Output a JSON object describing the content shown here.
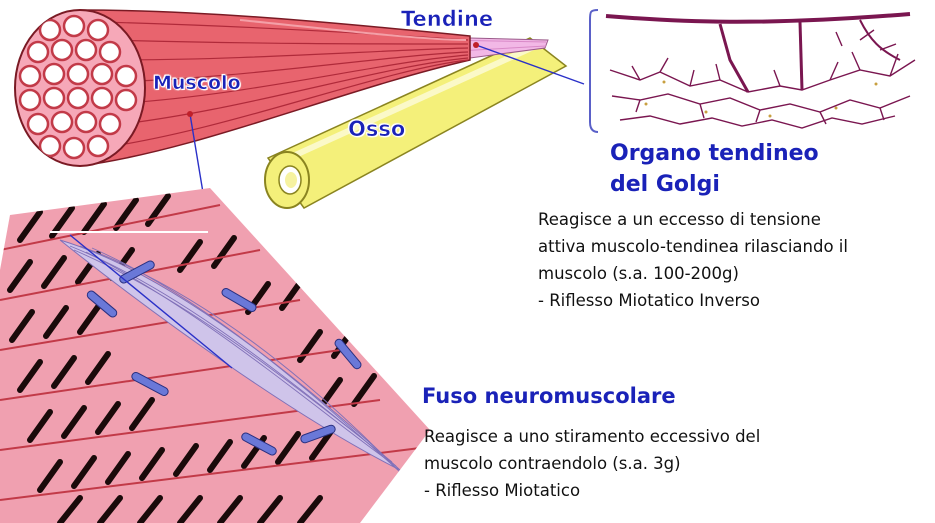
{
  "labels": {
    "tendon": "Tendine",
    "muscle": "Muscolo",
    "bone": "Osso",
    "golgi_line1": "Organo tendineo",
    "golgi_line2": "del Golgi",
    "spindle": "Fuso neuromuscolare"
  },
  "golgi_description": {
    "lines": [
      "Reagisce a un eccesso di tensione",
      "attiva muscolo-tendinea  rilasciando il",
      "muscolo (s.a. 100-200g)",
      "- Riflesso Miotatico Inverso"
    ]
  },
  "spindle_description": {
    "lines": [
      "Reagisce a uno stiramento eccessivo del",
      "muscolo contraendolo  (s.a. 3g)",
      "- Riflesso Miotatico"
    ]
  },
  "colors": {
    "label_blue": "#1a22b8",
    "muscle_red": "#e8646e",
    "muscle_dark": "#c23a48",
    "fibre_pink": "#f6a8b8",
    "bone_yellow": "#f4f07a",
    "tendon_pink": "#f2b8e6",
    "nerve_purple": "#7a1650",
    "spindle_lilac": "#b8a8dc",
    "nerve_blue": "#6a78d8"
  }
}
